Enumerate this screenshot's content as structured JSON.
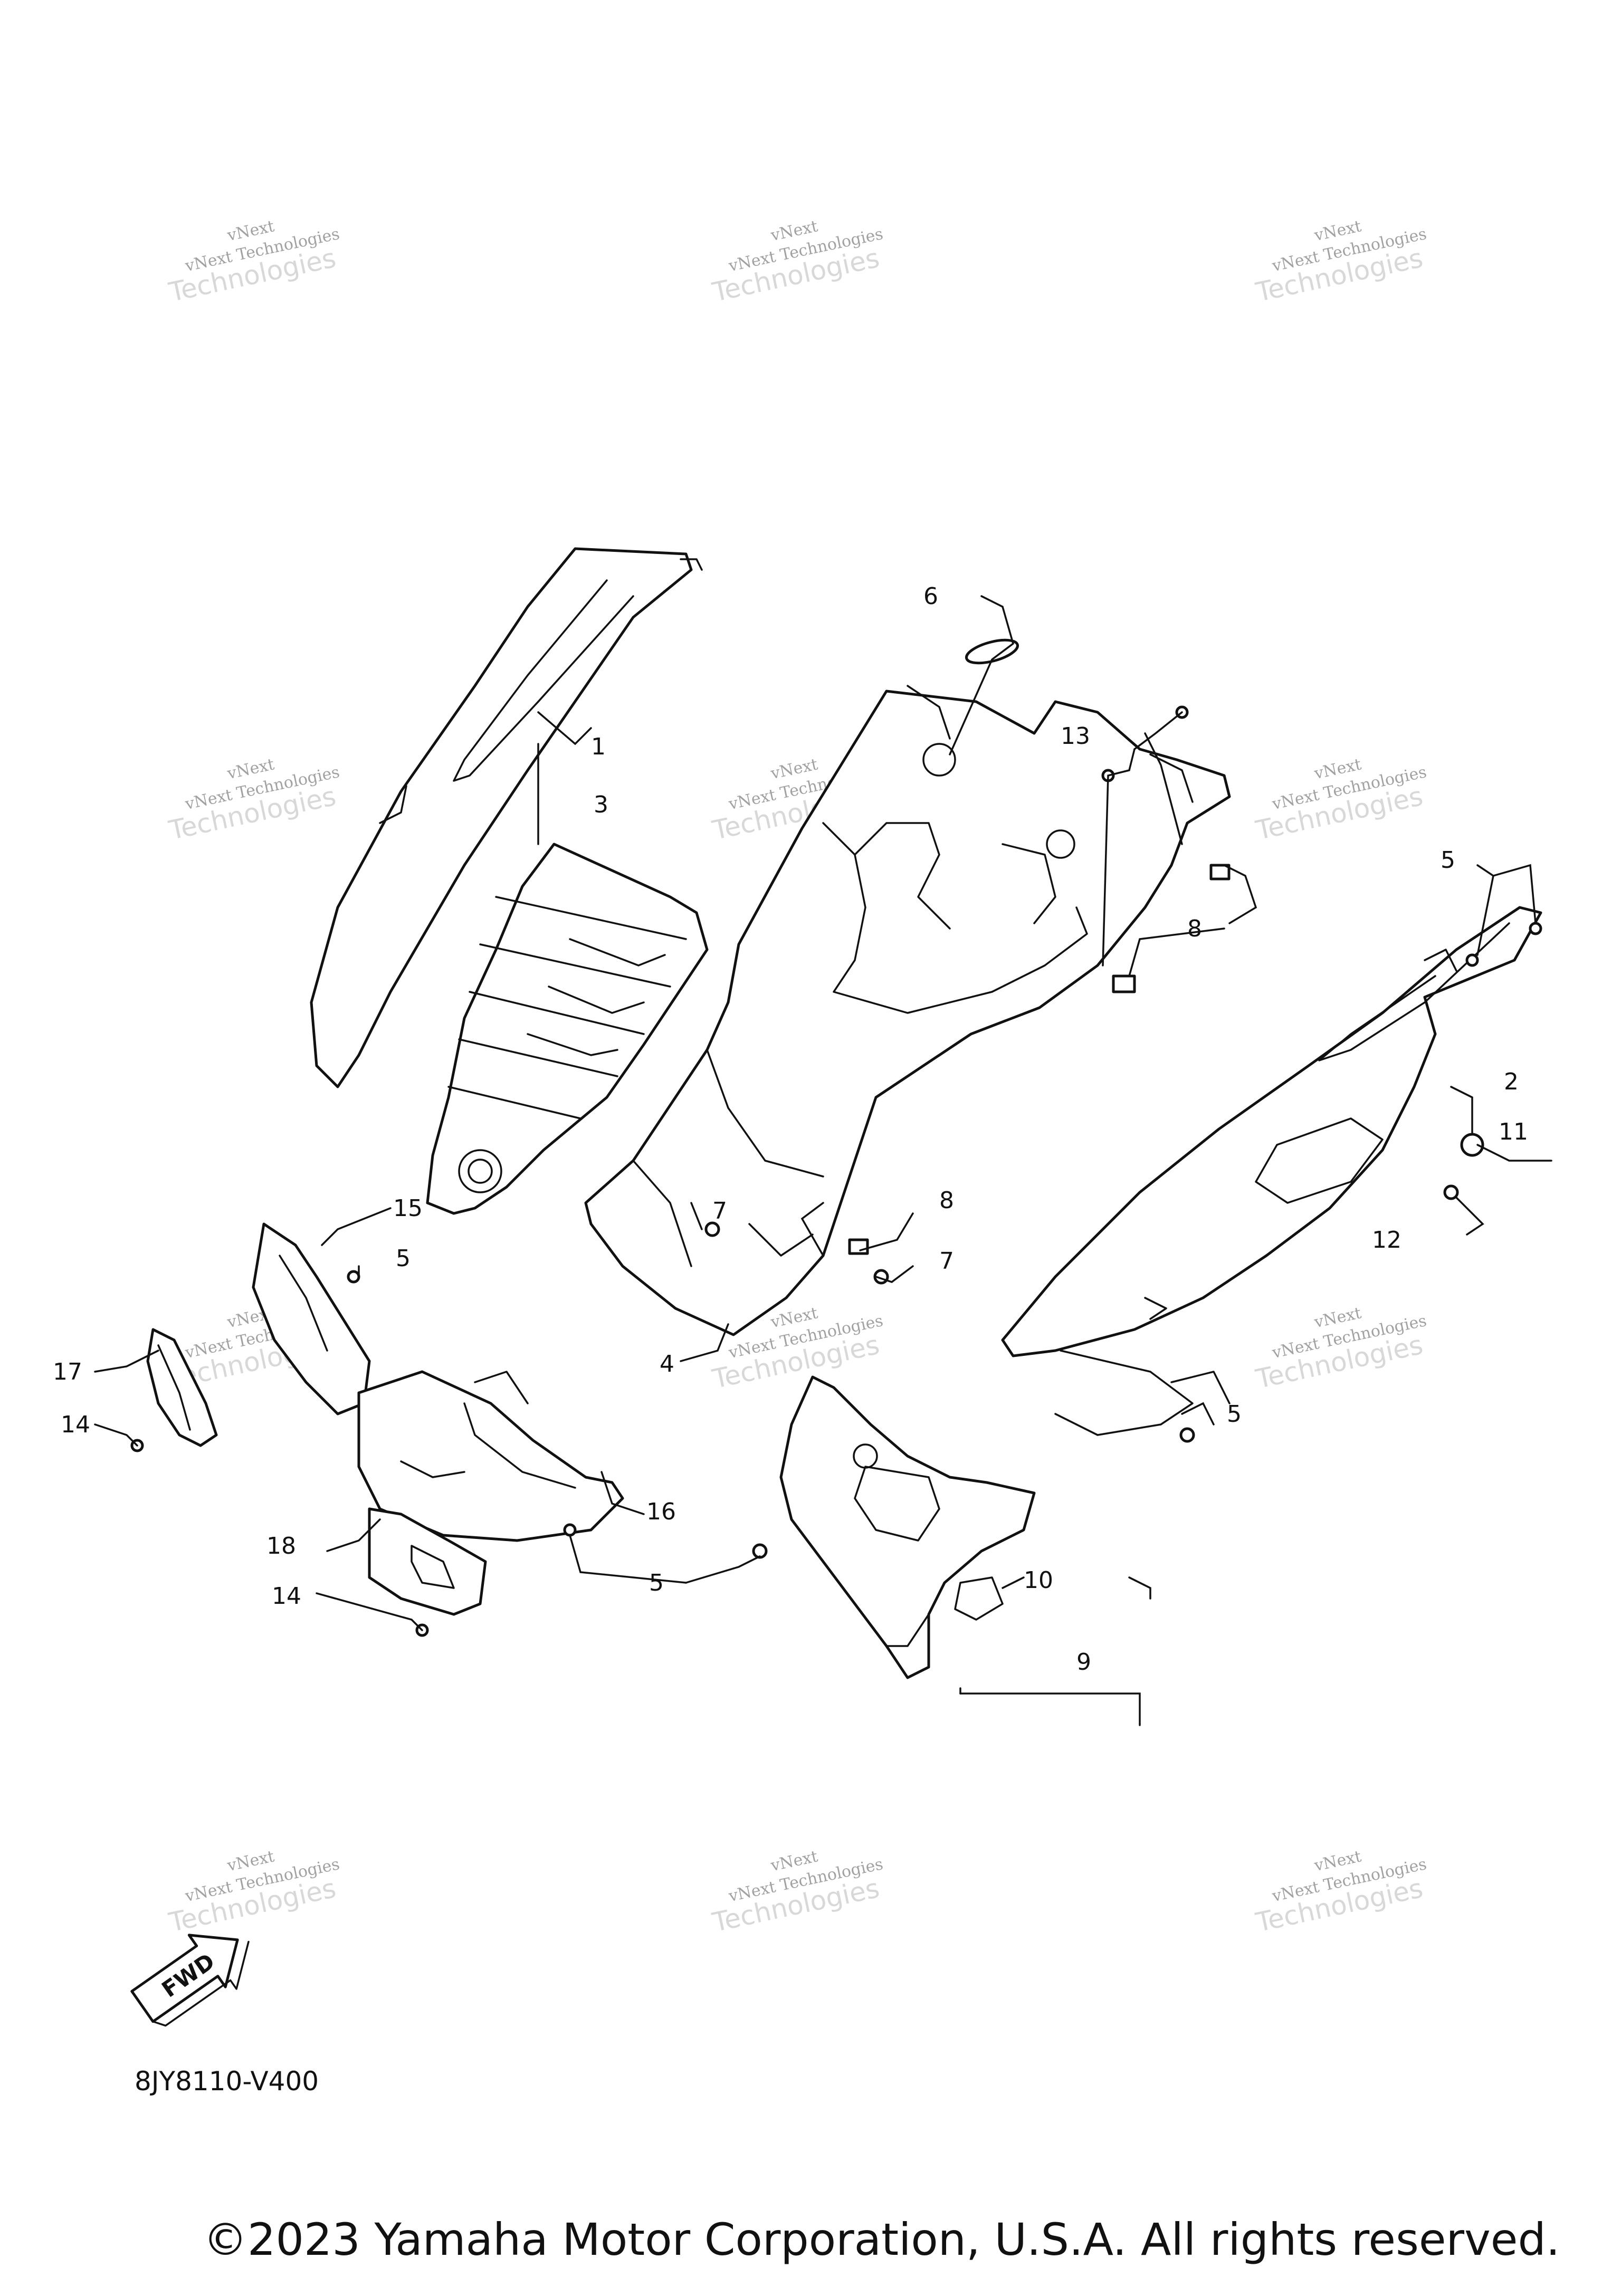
{
  "watermark": {
    "line1": "vNext",
    "line2": "vNext Technologies",
    "line3": "Technologies"
  },
  "callouts": {
    "c1": "1",
    "c2": "2",
    "c3": "3",
    "c4": "4",
    "c5a": "5",
    "c5b": "5",
    "c5c": "5",
    "c5d": "5",
    "c6": "6",
    "c7a": "7",
    "c7b": "7",
    "c8a": "8",
    "c8b": "8",
    "c9": "9",
    "c10": "10",
    "c11": "11",
    "c12": "12",
    "c13": "13",
    "c14a": "14",
    "c14b": "14",
    "c15": "15",
    "c16": "16",
    "c17": "17",
    "c18": "18"
  },
  "fwd_label": "FWD",
  "diagram_code": "8JY8110-V400",
  "copyright": "©2023 Yamaha Motor Corporation, U.S.A. All rights reserved."
}
